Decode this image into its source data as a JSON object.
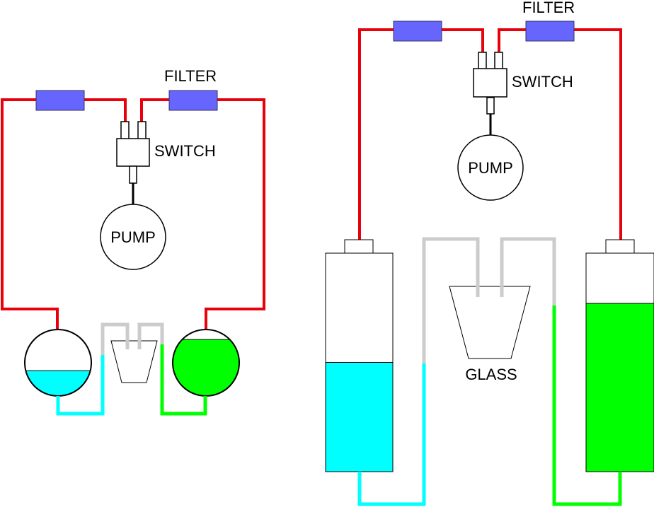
{
  "colors": {
    "air_tube": "#e8000b",
    "filter": "#6666ff",
    "liquid_a": "#00ffff",
    "liquid_b": "#00ff00",
    "glass_tube": "#cccccc"
  },
  "left_diagram": {
    "filter_label": "FILTER",
    "switch_label": "SWITCH",
    "pump_label": "PUMP",
    "left_vessel_fill_fraction": 0.38,
    "right_vessel_fill_fraction": 0.85
  },
  "right_diagram": {
    "filter_label": "FILTER",
    "switch_label": "SWITCH",
    "pump_label": "PUMP",
    "glass_label": "GLASS",
    "left_bottle_fill_fraction": 0.5,
    "right_bottle_fill_fraction": 0.77
  }
}
